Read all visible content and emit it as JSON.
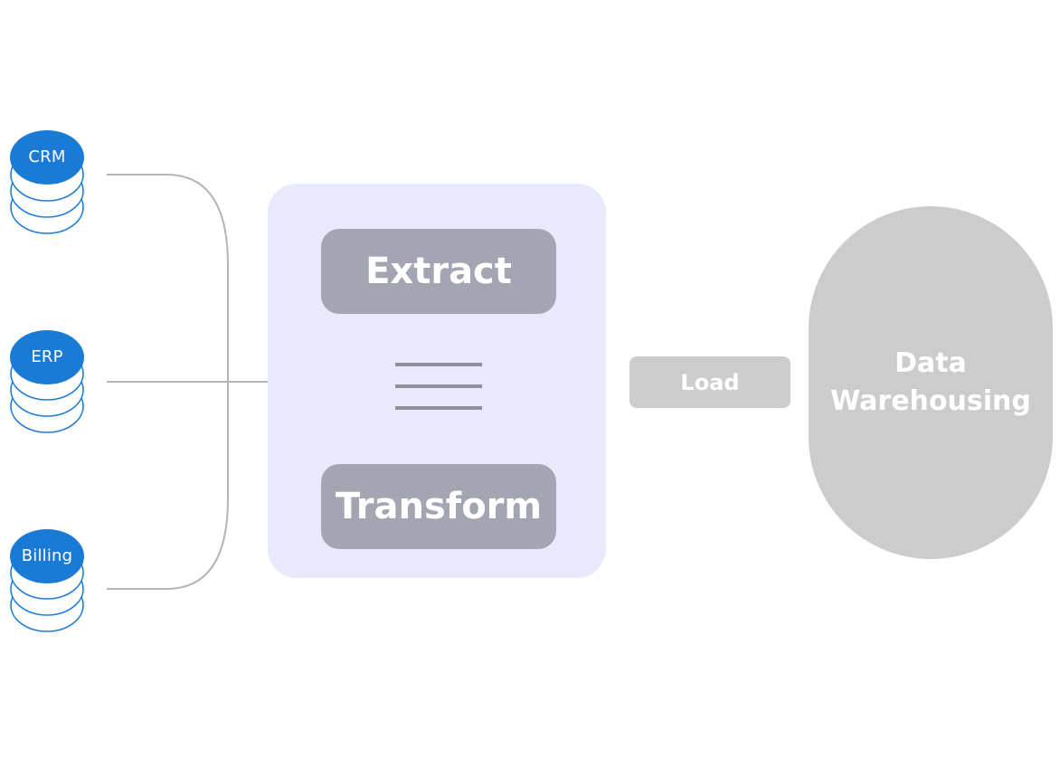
{
  "sources": [
    {
      "label": "CRM"
    },
    {
      "label": "ERP"
    },
    {
      "label": "Billing"
    }
  ],
  "etl": {
    "extract_label": "Extract",
    "transform_label": "Transform",
    "center_icon": "menu-lines-icon"
  },
  "load": {
    "label": "Load"
  },
  "warehouse": {
    "line1": "Data",
    "line2": "Warehousing"
  },
  "colors": {
    "database": "#1a7bd6",
    "etl_background": "#e8eafc",
    "step_fill": "#a3a5b2",
    "grey_shapes": "#cccccc",
    "connector": "#b5b5b5"
  }
}
